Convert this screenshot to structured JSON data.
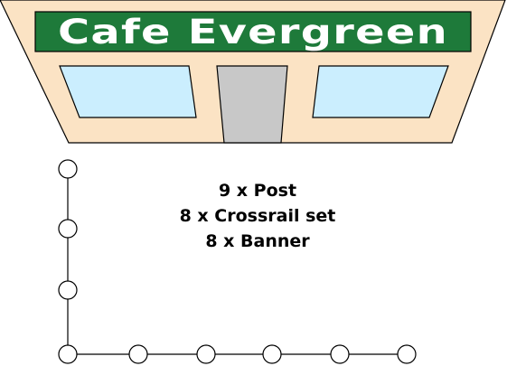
{
  "cafe": {
    "sign_text": "Cafe Evergreen"
  },
  "counts": {
    "line1": "9 x Post",
    "line2": "8 x Crossrail set",
    "line3": "8 x Banner"
  },
  "colors": {
    "facade": "#fbe3c4",
    "sign": "#1e7a3a",
    "sign_text": "#ffffff",
    "window": "#cbeefe",
    "door": "#c8c8c8",
    "outline": "#000000"
  }
}
